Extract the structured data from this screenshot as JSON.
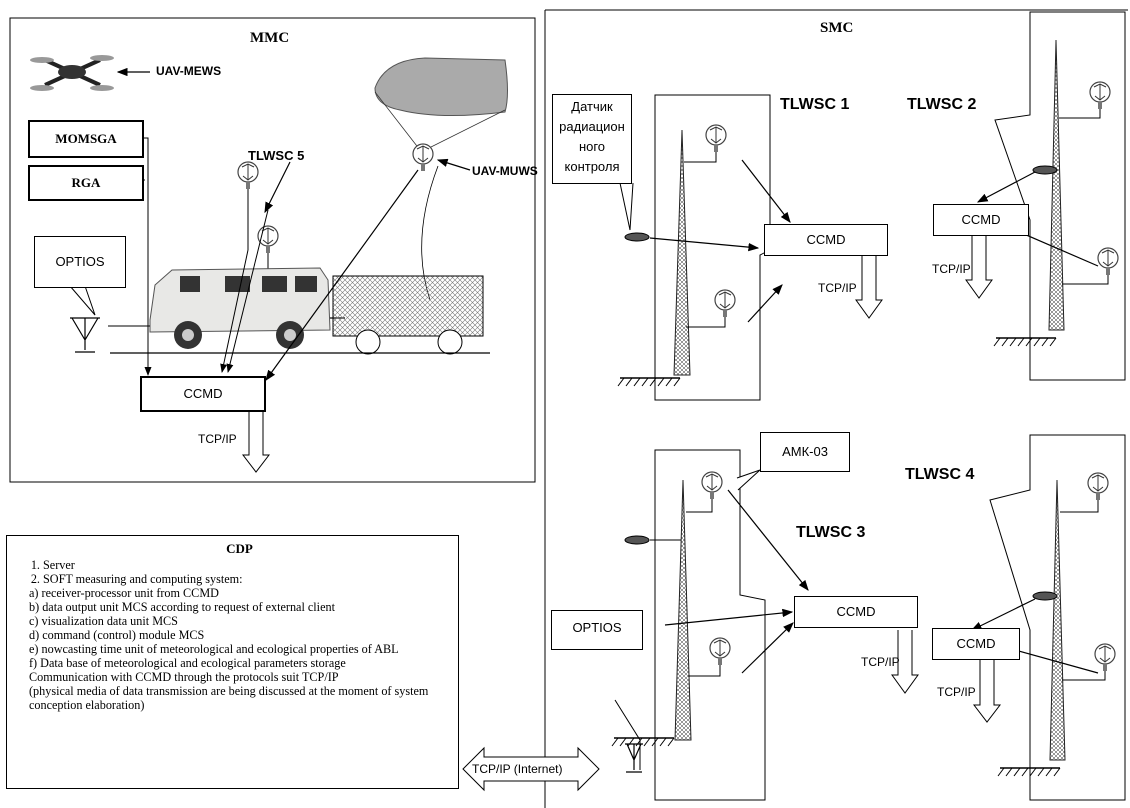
{
  "mmc": {
    "title": "MMC",
    "uav_mews": "UAV-MEWS",
    "momsga": "MOMSGA",
    "rga": "RGA",
    "tlwsc5": "TLWSC 5",
    "uav_muws": "UAV-MUWS",
    "optios": "OPTIOS",
    "ccmd": "CCMD",
    "tcpip": "TCP/IP"
  },
  "smc": {
    "title": "SMC",
    "sensor_callout": [
      "Датчик",
      "радиацион",
      "ного",
      "контроля"
    ],
    "tlwsc1": "TLWSC 1",
    "tlwsc2": "TLWSC 2",
    "tlwsc3": "TLWSC 3",
    "tlwsc4": "TLWSC 4",
    "amk": "АМК-03",
    "optios": "OPTIOS",
    "ccmd1": "CCMD",
    "ccmd2": "CCMD",
    "ccmd3": "CCMD",
    "ccmd4": "CCMD",
    "tcp1": "TCP/IP",
    "tcp2": "TCP/IP",
    "tcp3": "TCP/IP",
    "tcp4": "TCP/IP"
  },
  "cdp": {
    "title": "CDP",
    "items": [
      "Server",
      "SOFT measuring and computing system:"
    ],
    "sub": [
      "a) receiver-processor unit from CCMD",
      "b) data output unit MCS according to request of external client",
      "c) visualization data unit MCS",
      "d) command (control) module MCS",
      "e) nowcasting time unit of meteorological and ecological properties of ABL",
      "f) Data base of meteorological and ecological parameters storage",
      "Communication with CCMD through the protocols suit TCP/IP",
      "(physical media of data transmission are being discussed at the moment of system conception elaboration)"
    ]
  },
  "link": {
    "label": "TCP/IP (Internet)"
  }
}
